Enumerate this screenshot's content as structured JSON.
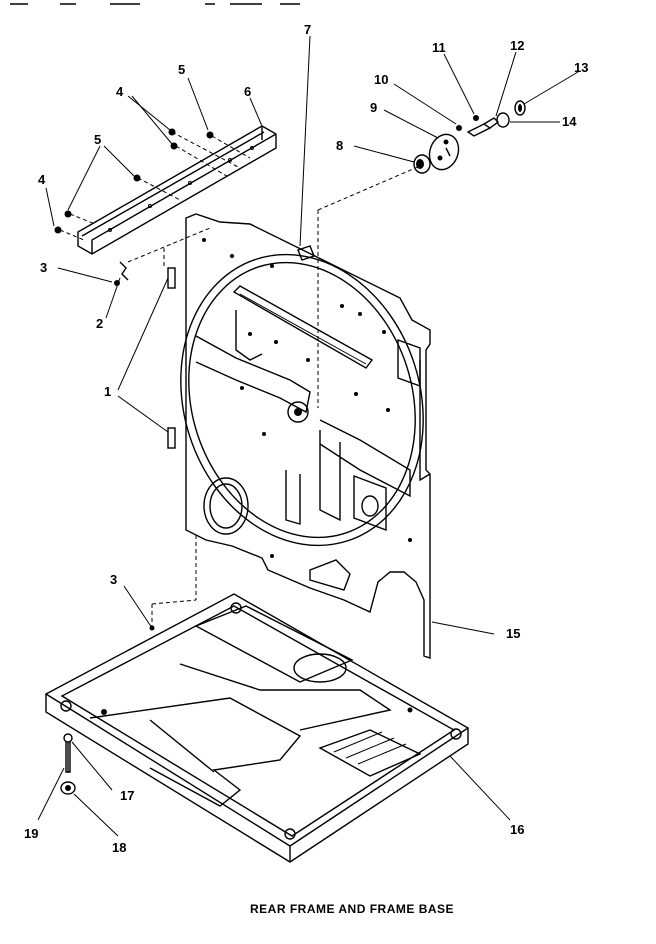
{
  "caption": "REAR FRAME AND FRAME BASE",
  "callouts": [
    "1",
    "2",
    "3",
    "3",
    "4",
    "4",
    "5",
    "5",
    "6",
    "7",
    "8",
    "9",
    "10",
    "11",
    "12",
    "13",
    "14",
    "15",
    "16",
    "17",
    "18",
    "19"
  ]
}
